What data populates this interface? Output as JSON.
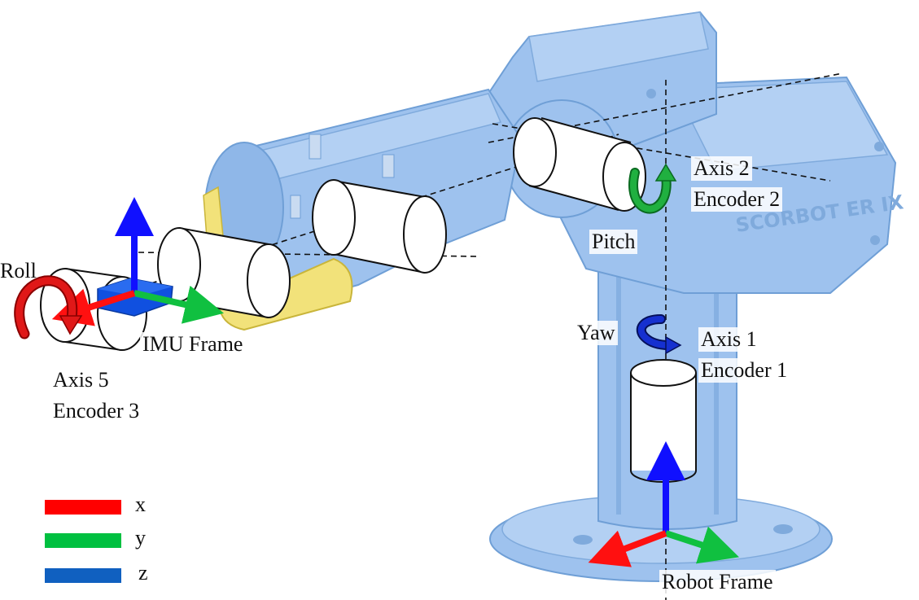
{
  "labels": {
    "roll": "Roll",
    "imu_frame": "IMU Frame",
    "axis5": "Axis 5",
    "encoder3": "Encoder 3",
    "axis2": "Axis 2",
    "encoder2": "Encoder 2",
    "pitch": "Pitch",
    "yaw": "Yaw",
    "axis1": "Axis 1",
    "encoder1": "Encoder 1",
    "robot_frame": "Robot Frame"
  },
  "robot_text": "SCORBOT ER IX",
  "legend": [
    {
      "label": "x",
      "color": "#ff0000"
    },
    {
      "label": "y",
      "color": "#00c040"
    },
    {
      "label": "z",
      "color": "#1060c0"
    }
  ],
  "colors": {
    "robot_body": "#9ec2ee",
    "robot_dark": "#6f9fd6",
    "gripper": "#f2e27a",
    "x_axis": "#ff1010",
    "y_axis": "#10c040",
    "z_axis": "#1010ff",
    "roll_arrow": "#d01010",
    "pitch_arrow": "#10a030",
    "yaw_arrow": "#1020c0",
    "imu_block": "#1050e0"
  },
  "icons": [
    "roll-arrow-icon",
    "pitch-arrow-icon",
    "yaw-arrow-icon"
  ]
}
